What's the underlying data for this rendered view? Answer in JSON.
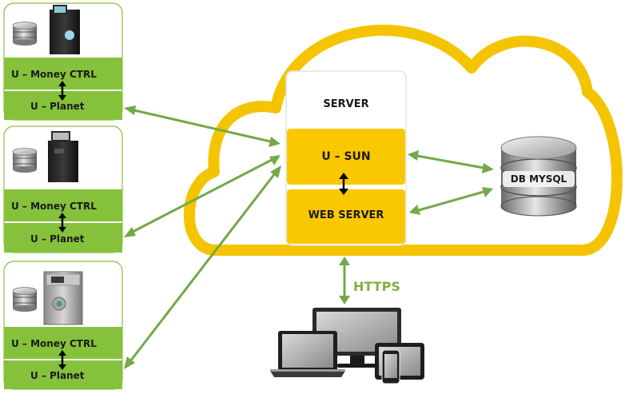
{
  "clients": [
    {
      "money_label": "U – Money CTRL",
      "planet_label": "U – Planet"
    },
    {
      "money_label": "U – Money CTRL",
      "planet_label": "U – Planet"
    },
    {
      "money_label": "U – Money CTRL",
      "planet_label": "U – Planet"
    }
  ],
  "server": {
    "title": "SERVER",
    "usun_label": "U – SUN",
    "webserver_label": "WEB SERVER"
  },
  "database": {
    "label": "DB MYSQL"
  },
  "connection": {
    "protocol": "HTTPS"
  },
  "colors": {
    "cloud": "#f5c400",
    "box_fill": "#f9c800",
    "client_green": "#86c13c",
    "arrow_green": "#74a848",
    "https_green": "#7fb146"
  },
  "icons": [
    "database-icon",
    "kiosk-machine-icon",
    "laptop-icon",
    "monitor-icon",
    "tablet-icon",
    "phone-icon"
  ]
}
